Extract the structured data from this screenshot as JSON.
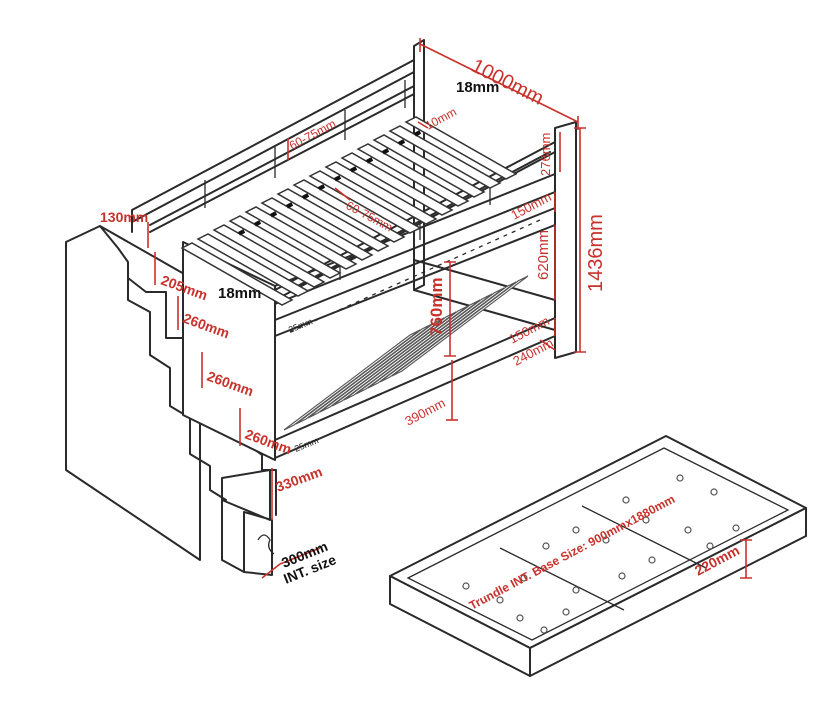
{
  "dimensions": {
    "width_total": "1000mm",
    "height_total": "1436mm",
    "panel_thickness_top": "18mm",
    "panel_thickness_side": "18mm",
    "rail_gap_top": "60-75mm",
    "rail_gap_mid": "60-75mm",
    "rail_top_thickness": "10mm",
    "upper_rail_height": "276mm",
    "upper_side_height": "150mm",
    "bed_spacing": "620mm",
    "lower_side_height": "150mm",
    "leg_height": "240mm",
    "slat_spacing_upper": "760mm",
    "floor_clearance": "390mm",
    "slat_width_upper": "25mm",
    "slat_width_lower": "25mm",
    "stair_top_gap": "130mm",
    "stair_step_1": "205mm",
    "stair_step_2": "260mm",
    "stair_step_3": "260mm",
    "stair_step_4": "260mm",
    "stair_step_5": "330mm",
    "stair_depth": "300mm",
    "stair_depth_note": "INT. size",
    "trundle_base": "Trundle INT. Base Size: 900mmx1880mm",
    "trundle_height": "220mm"
  },
  "colors": {
    "line": "#2a2a2a",
    "dimension": "#c8322c"
  }
}
